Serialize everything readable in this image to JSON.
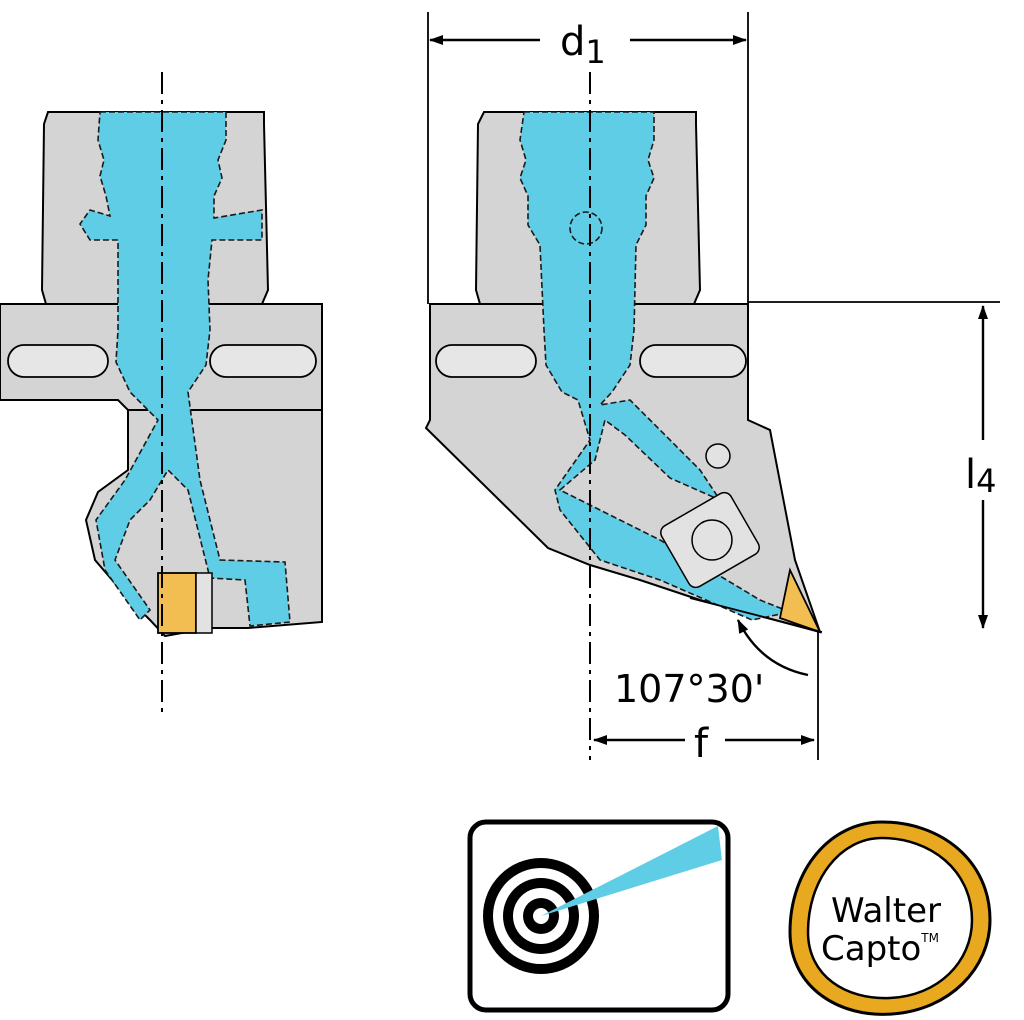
{
  "dimensions": {
    "d1": {
      "symbol": "d",
      "subscript": "1"
    },
    "l4": {
      "symbol": "l",
      "subscript": "4"
    },
    "f": {
      "symbol": "f"
    },
    "angle": "107°30'"
  },
  "logo": {
    "line1": "Walter",
    "line2": "Capto",
    "trademark": "TM"
  },
  "colors": {
    "coolant": "#5fcde6",
    "tool_body": "#d4d4d4",
    "insert": "#f2be52",
    "logo_ring": "#e8a820"
  },
  "icons": [
    "precision-coolant-icon",
    "walter-capto-logo"
  ]
}
